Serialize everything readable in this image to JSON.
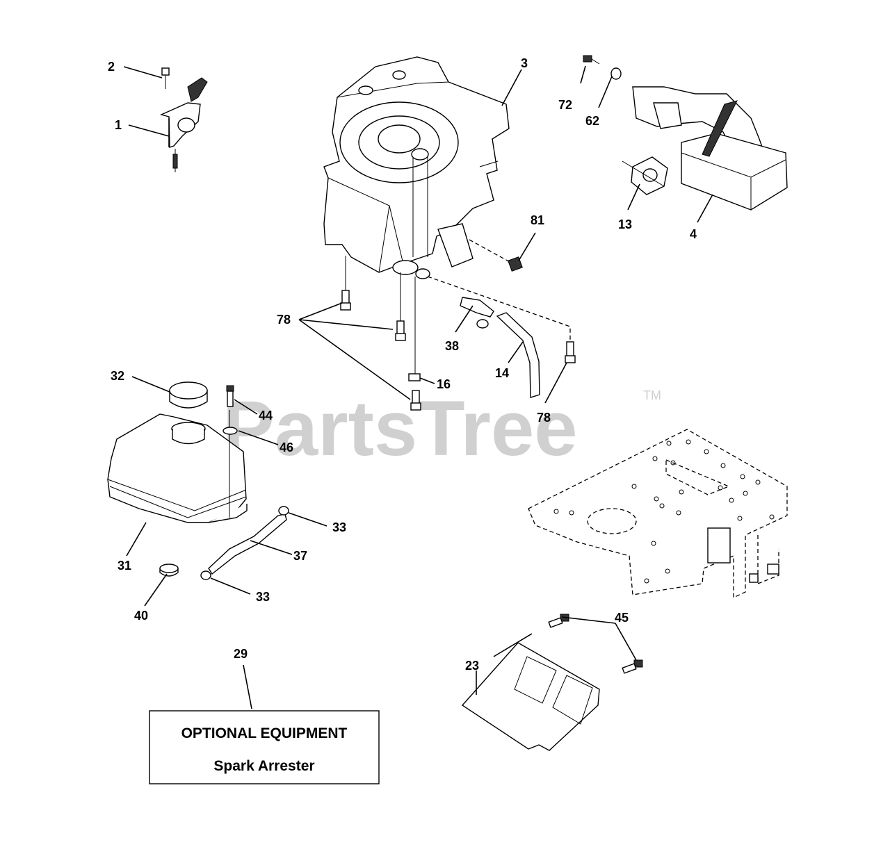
{
  "watermark": {
    "text": "PartsTree",
    "trademark": "TM"
  },
  "callout_box": {
    "title": "OPTIONAL EQUIPMENT",
    "subtitle": "Spark Arrester"
  },
  "callouts": {
    "c1": "1",
    "c2": "2",
    "c3": "3",
    "c4": "4",
    "c13": "13",
    "c14": "14",
    "c16": "16",
    "c23": "23",
    "c29": "29",
    "c31": "31",
    "c32": "32",
    "c33a": "33",
    "c33b": "33",
    "c37": "37",
    "c38": "38",
    "c40": "40",
    "c44": "44",
    "c45": "45",
    "c46": "46",
    "c62": "62",
    "c72": "72",
    "c78a": "78",
    "c78b": "78",
    "c81": "81"
  }
}
